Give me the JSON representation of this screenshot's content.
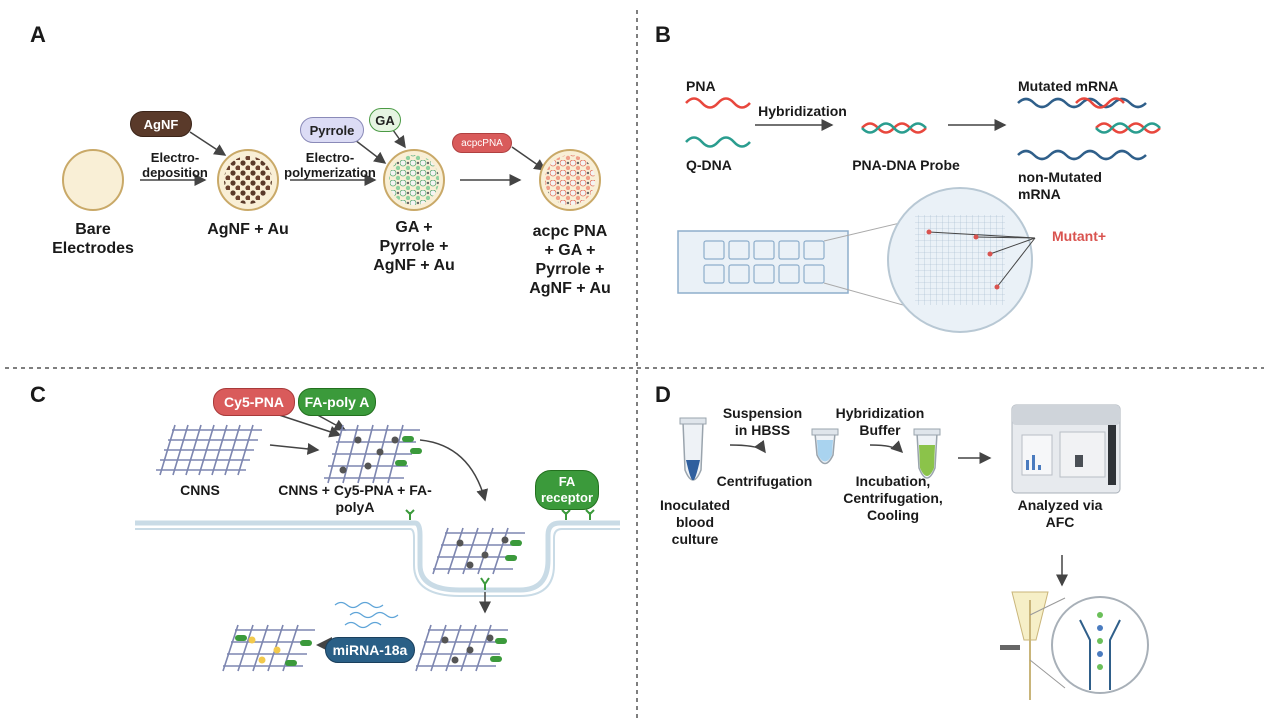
{
  "panels": {
    "a": {
      "label": "A"
    },
    "b": {
      "label": "B"
    },
    "c": {
      "label": "C"
    },
    "d": {
      "label": "D"
    }
  },
  "panel_a": {
    "tag_agnf": "AgNF",
    "tag_pyrrole": "Pyrrole",
    "tag_ga": "GA",
    "tag_acpcpna": "acpcPNA",
    "step1_line1": "Electro-",
    "step1_line2": "deposition",
    "step2_line1": "Electro-",
    "step2_line2": "polymerization",
    "bare_line1": "Bare",
    "bare_line2": "Electrodes",
    "agnf_au": "AgNF + Au",
    "ga_line1": "GA +",
    "ga_line2": "Pyrrole +",
    "ga_line3": "AgNF + Au",
    "acpc_line1": "acpc PNA",
    "acpc_line2": "+ GA +",
    "acpc_line3": "Pyrrole +",
    "acpc_line4": "AgNF + Au",
    "colors": {
      "electrode": "#f9efd6",
      "agnf": "#5a3a2a",
      "ga": "#8fd1a0",
      "pna": "#e2725b"
    }
  },
  "panel_b": {
    "pna": "PNA",
    "qdna": "Q-DNA",
    "hybridization": "Hybridization",
    "probe": "PNA-DNA Probe",
    "mutated": "Mutated mRNA",
    "non_mutated_line1": "non-Mutated",
    "non_mutated_line2": "mRNA",
    "mutant_plus": "Mutant+",
    "colors": {
      "pna": "#e8473d",
      "dna": "#2a9d8f",
      "mrna": "#2f5f8a",
      "mutant": "#d9534f"
    }
  },
  "panel_c": {
    "tag_cy5": "Cy5-PNA",
    "tag_fapoly": "FA-poly A",
    "cnns": "CNNS",
    "cnns_complex_line1": "CNNS + Cy5-PNA + FA-",
    "cnns_complex_line2": "polyA",
    "fa_receptor_line1": "FA",
    "fa_receptor_line2": "receptor",
    "mirna": "miRNA-18a",
    "colors": {
      "grid": "#7d86b0",
      "receptor": "#3b9a3b",
      "membrane": "#c9dbe6"
    }
  },
  "panel_d": {
    "suspension_line1": "Suspension",
    "suspension_line2": "in HBSS",
    "centrifugation": "Centrifugation",
    "hyb_line1": "Hybridization",
    "hyb_line2": "Buffer",
    "incubation_line1": "Incubation,",
    "incubation_line2": "Centrifugation,",
    "incubation_line3": "Cooling",
    "inoculated_line1": "Inoculated",
    "inoculated_line2": "blood",
    "inoculated_line3": "culture",
    "analyzed_line1": "Analyzed via",
    "analyzed_line2": "AFC",
    "colors": {
      "tube_blue": "#2f5f9e",
      "tube_light": "#a9d3ef",
      "tube_green": "#8bc34a"
    }
  }
}
